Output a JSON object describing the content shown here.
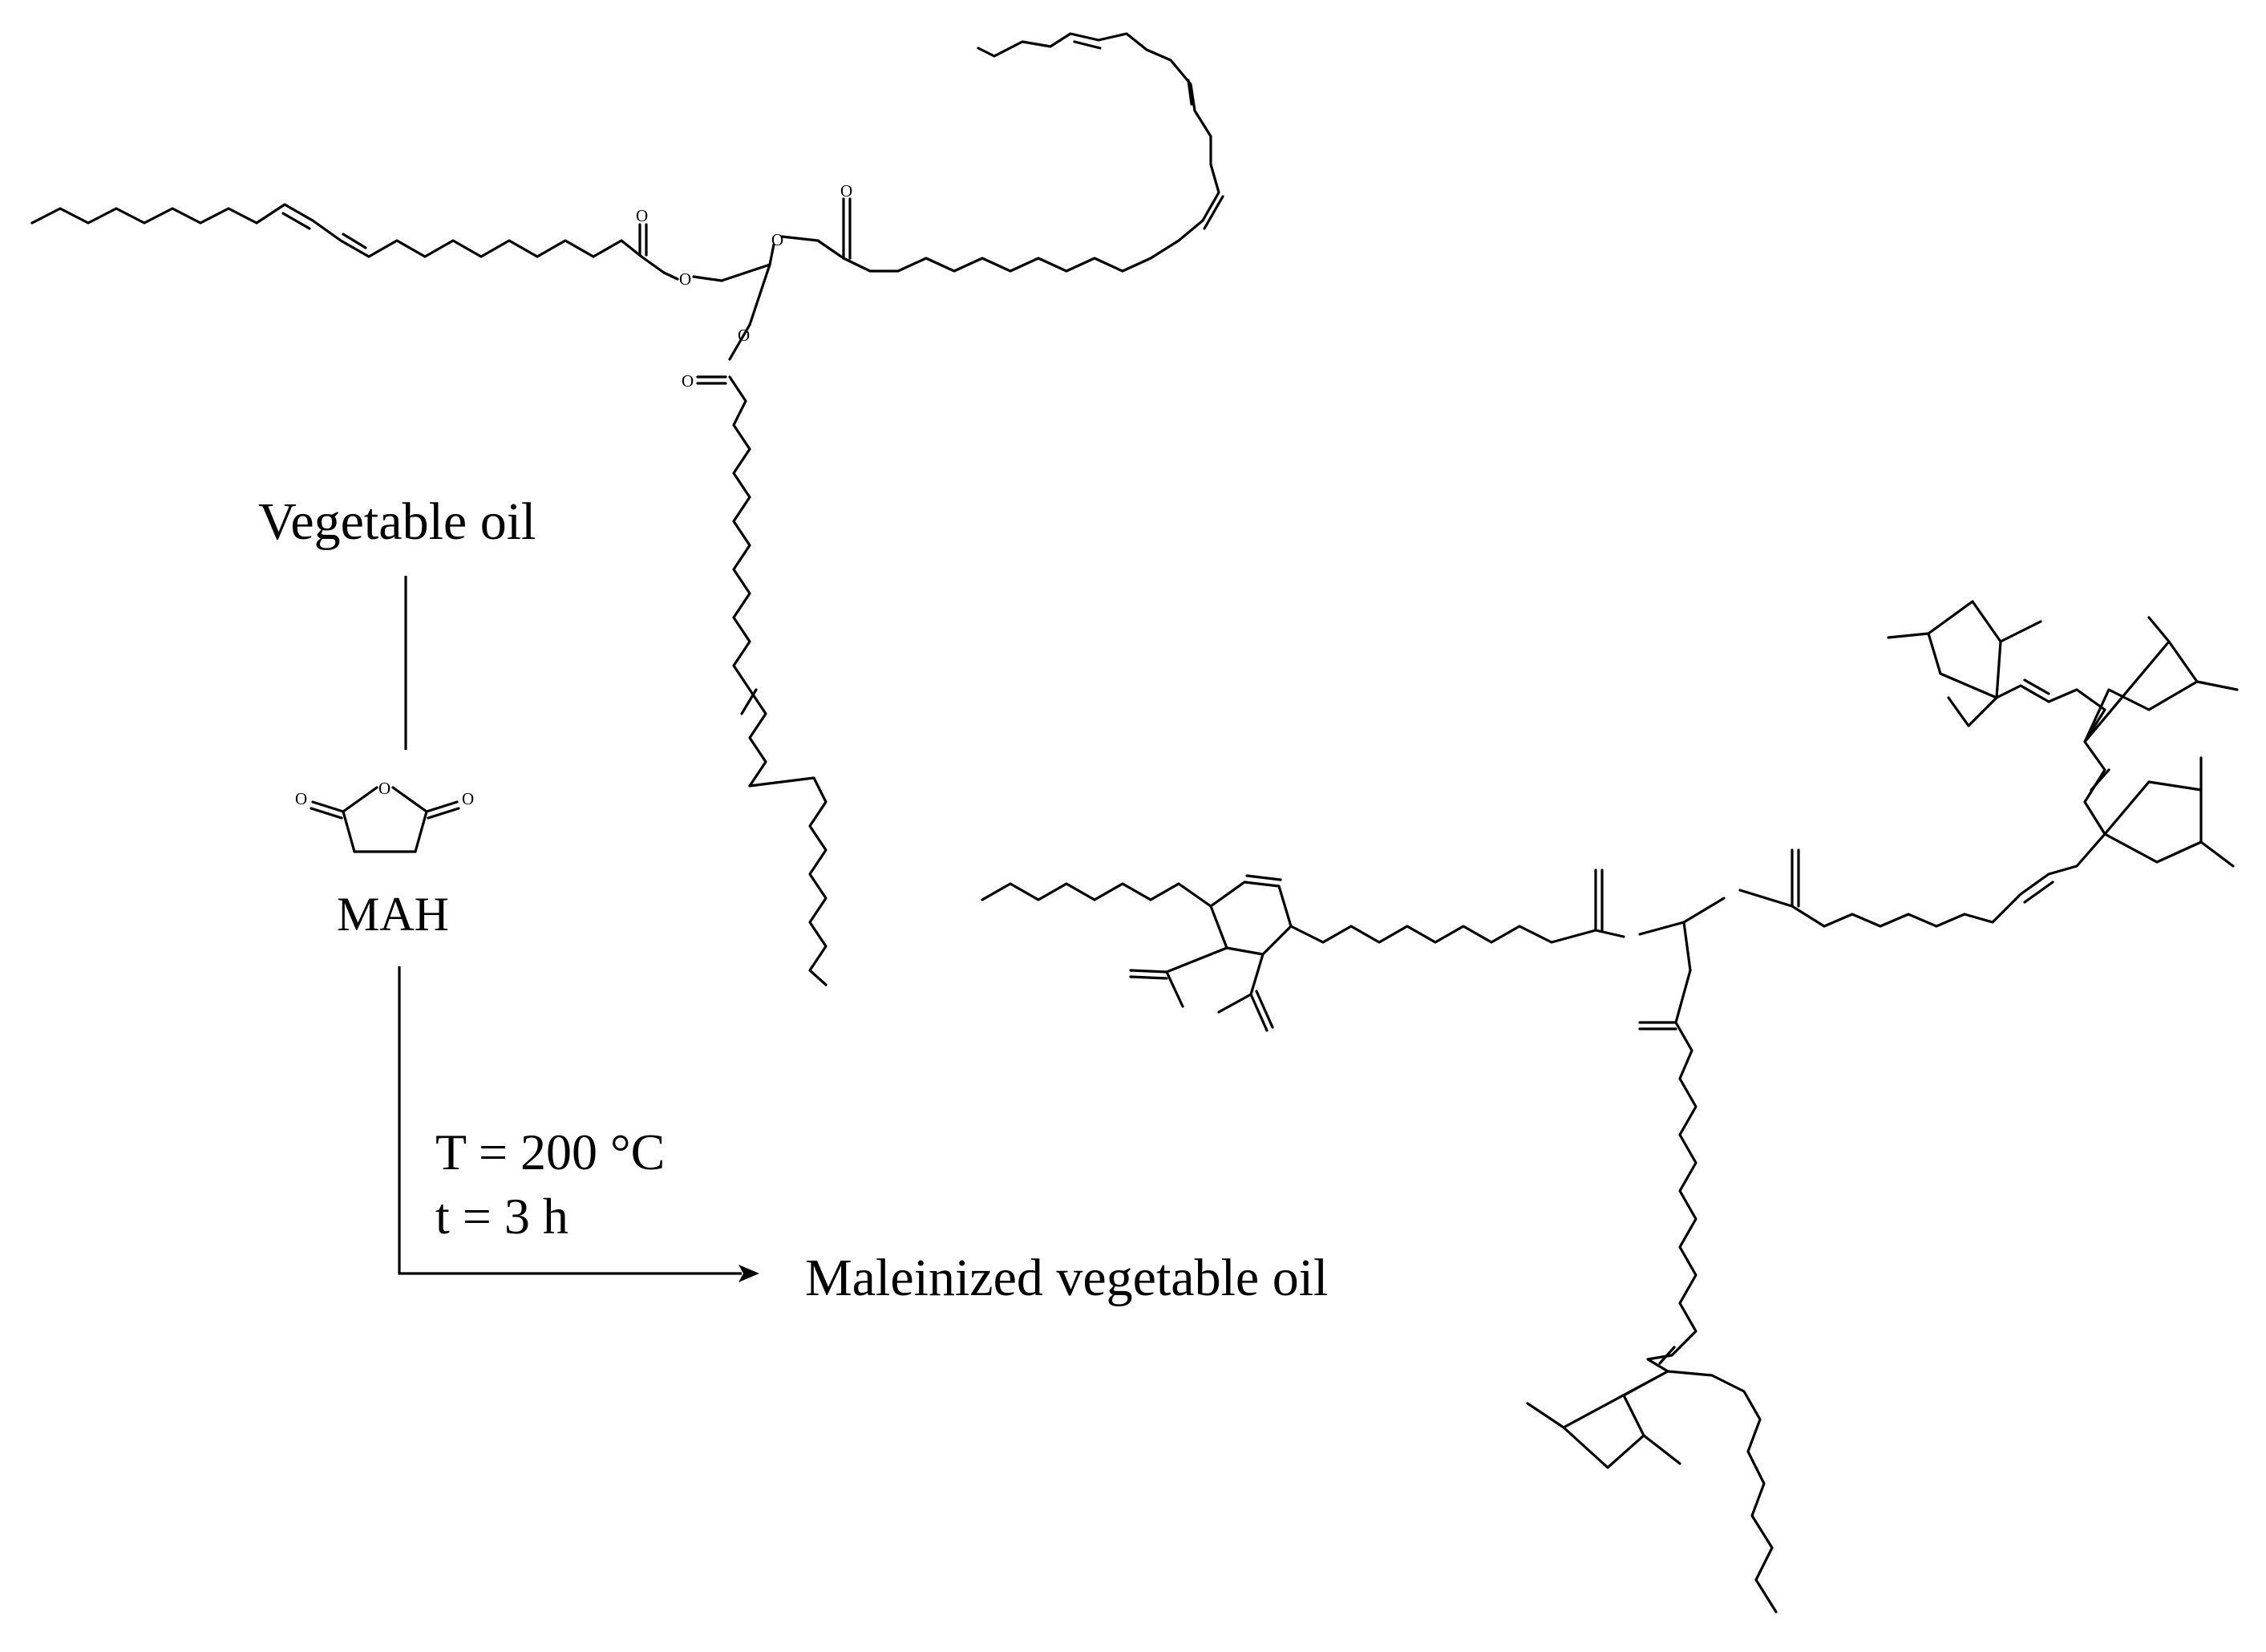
{
  "labels": {
    "reactant": "Vegetable oil",
    "reagent": "MAH",
    "condition_temperature": "T = 200 °C",
    "condition_time": "t = 3 h",
    "product": "Maleinized vegetable oil"
  },
  "atom_symbol": "O"
}
